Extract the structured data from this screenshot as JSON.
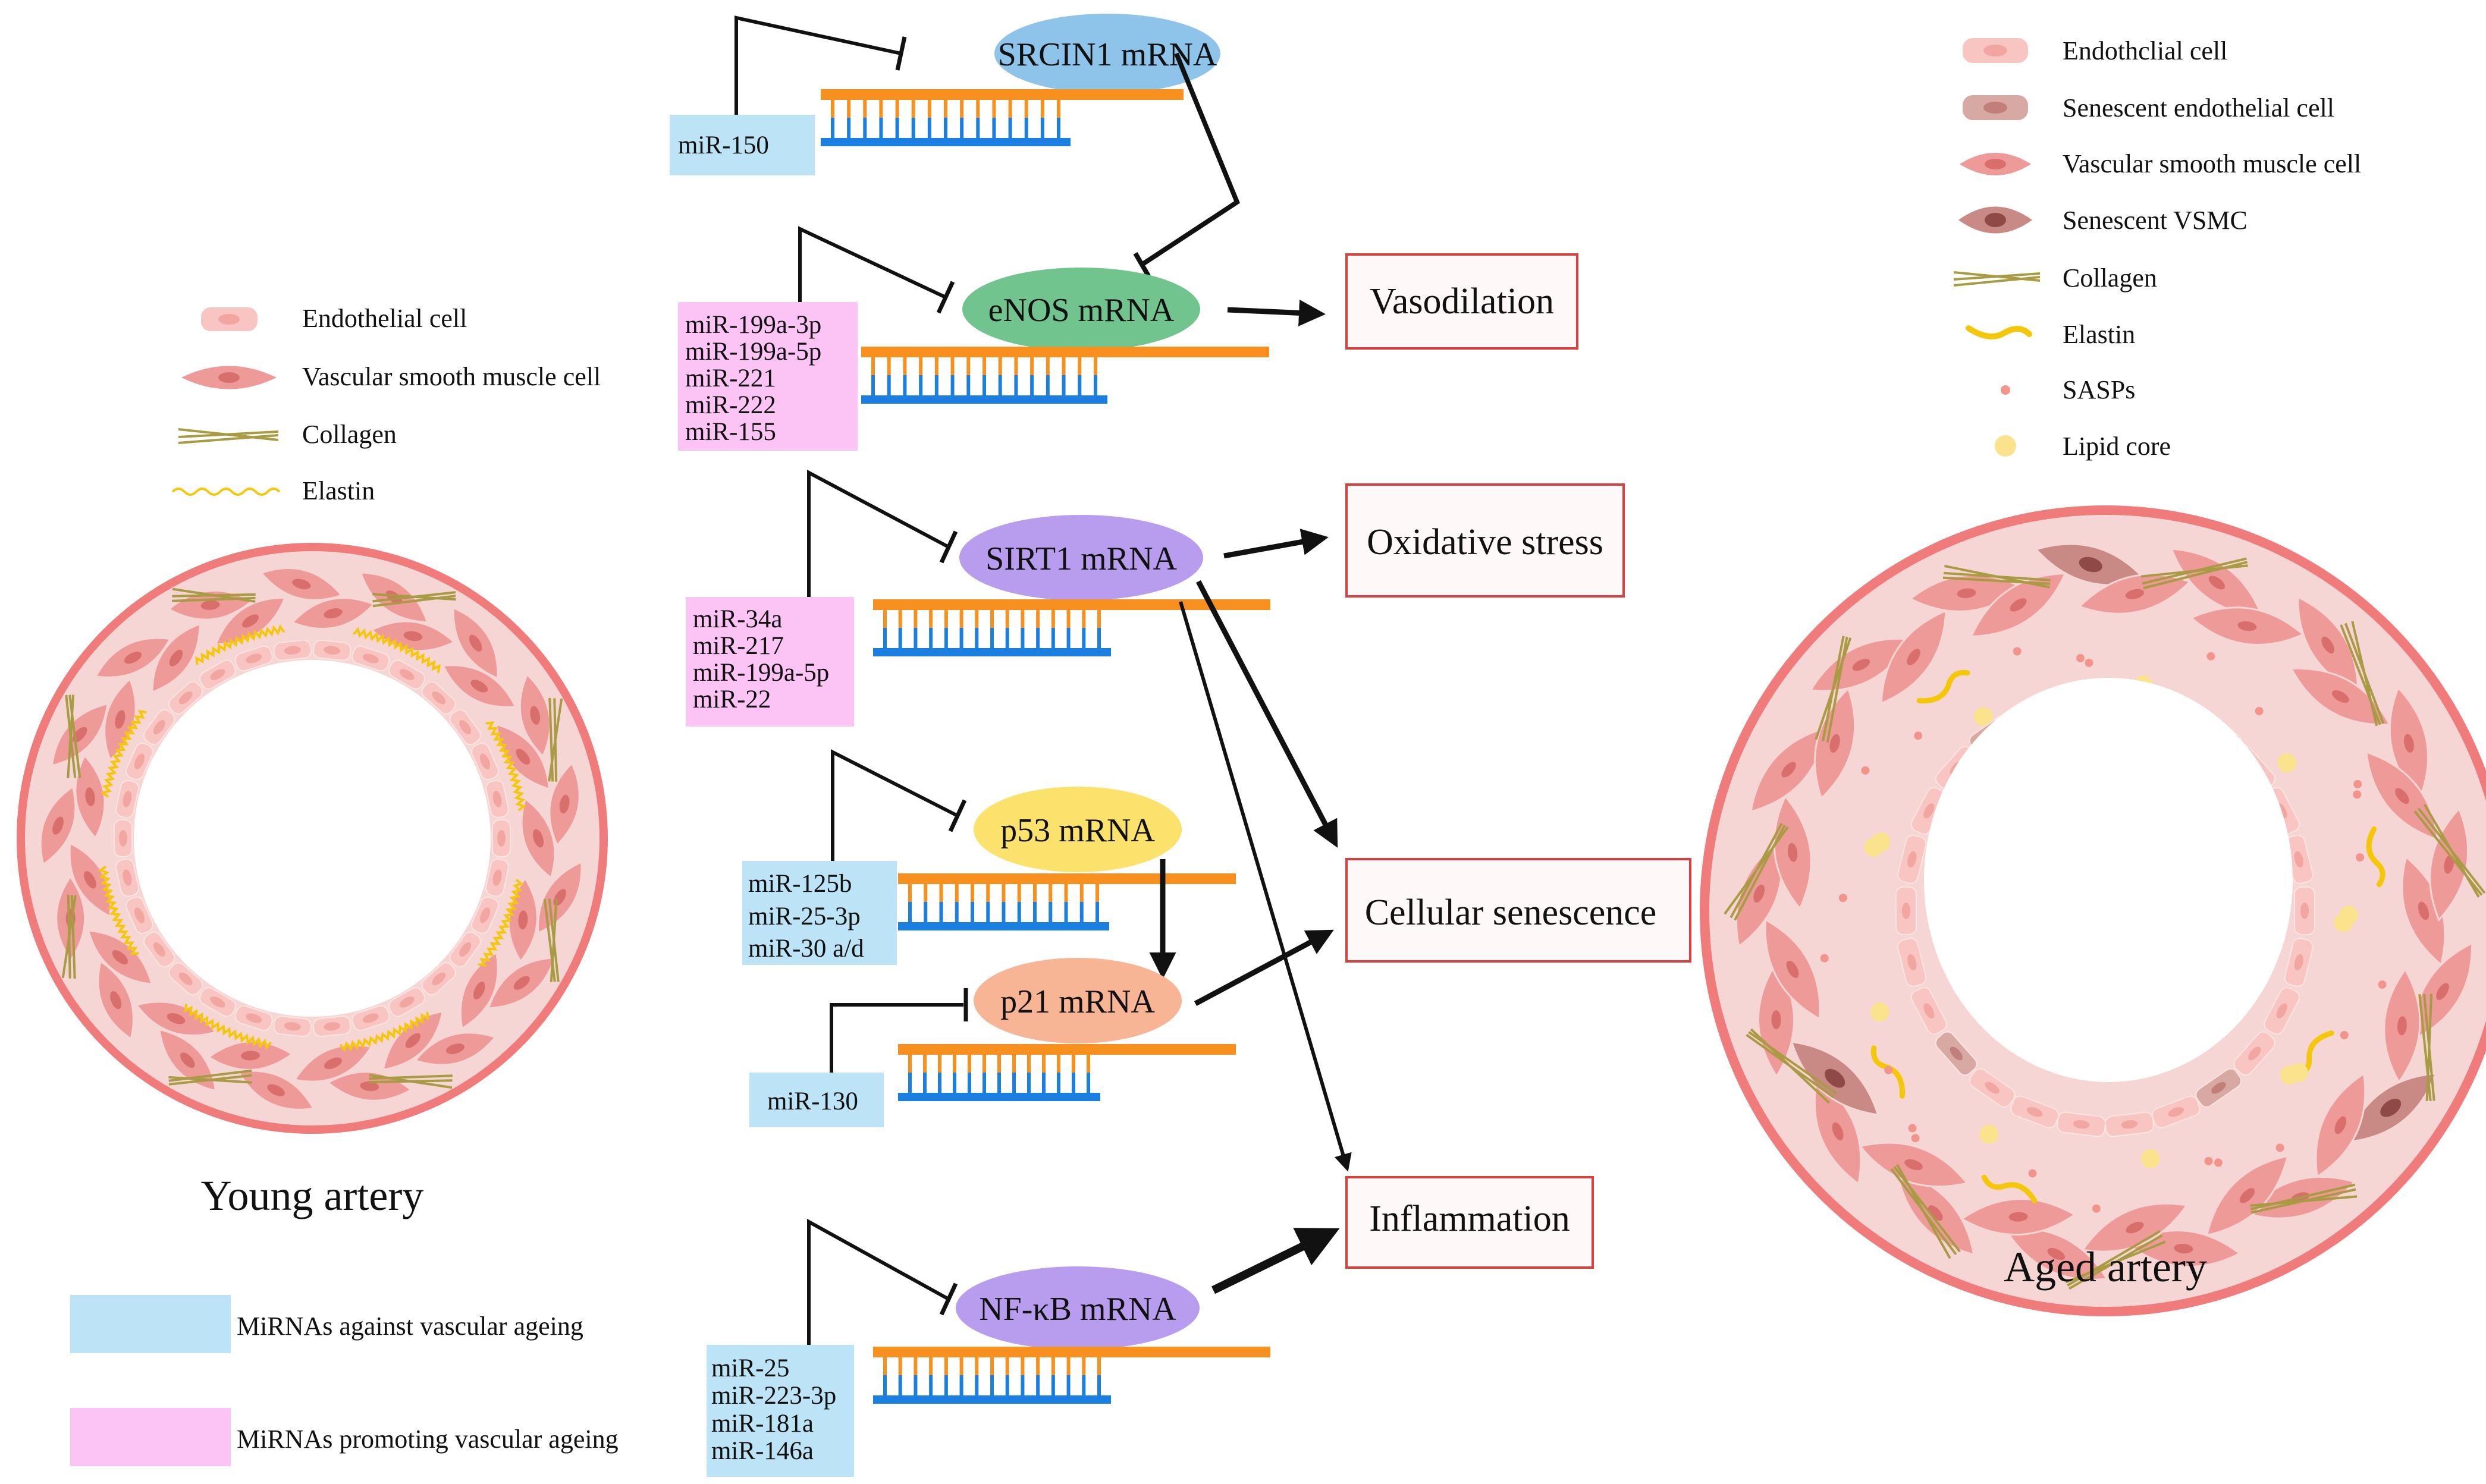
{
  "young": {
    "title": "Young artery",
    "legend": [
      "Endothelial cell",
      "Vascular smooth muscle cell",
      "Collagen",
      "Elastin"
    ]
  },
  "aged": {
    "title": "Aged artery",
    "legend": [
      "Endothclial cell",
      "Senescent endothelial cell",
      "Vascular smooth muscle cell",
      "Senescent VSMC",
      "Collagen",
      "Elastin",
      "SASPs",
      "Lipid core"
    ]
  },
  "key": {
    "against": "MiRNAs against vascular ageing",
    "promoting": "MiRNAs promoting vascular ageing"
  },
  "targets": [
    {
      "label": "SRCIN1 mRNA",
      "mirnas": [
        "miR-150"
      ]
    },
    {
      "label": "eNOS mRNA",
      "mirnas": [
        "miR-199a-3p",
        "miR-199a-5p",
        "miR-221",
        "miR-222",
        "miR-155"
      ]
    },
    {
      "label": "SIRT1 mRNA",
      "mirnas": [
        "miR-34a",
        "miR-217",
        "miR-199a-5p",
        "miR-22"
      ]
    },
    {
      "label": "p53 mRNA",
      "mirnas": [
        "miR-125b",
        "miR-25-3p",
        "miR-30 a/d"
      ]
    },
    {
      "label": "p21 mRNA",
      "mirnas": [
        "miR-130"
      ]
    },
    {
      "label": "NF-κB mRNA",
      "mirnas": [
        "miR-25",
        "miR-223-3p",
        "miR-181a",
        "miR-146a"
      ]
    }
  ],
  "outcomes": [
    "Vasodilation",
    "Oxidative stress",
    "Cellular senescence",
    "Inflammation"
  ],
  "colors": {
    "against_box": "#bde3f7",
    "promoting_box": "#fcc4f4",
    "mrna_strand": "#f7901e",
    "mirna_strand": "#1a7fe0",
    "vessel_wall": "#f6d6d4",
    "vessel_edge": "#f07b7b",
    "endothelial": "#f7b8b5",
    "vsmc": "#ee9a98",
    "senescent_cell": "#c98a86",
    "collagen": "#a89b43",
    "elastin": "#f5c70a",
    "sasp": "#f2948c",
    "lipid": "#fbe38e",
    "srcin1": "#8ec3ea",
    "enos": "#72c48e",
    "sirt1": "#b89cee",
    "p53": "#fbe26c",
    "p21": "#f8b595",
    "nfkb": "#b89cee",
    "outcome_border": "#d94040"
  }
}
